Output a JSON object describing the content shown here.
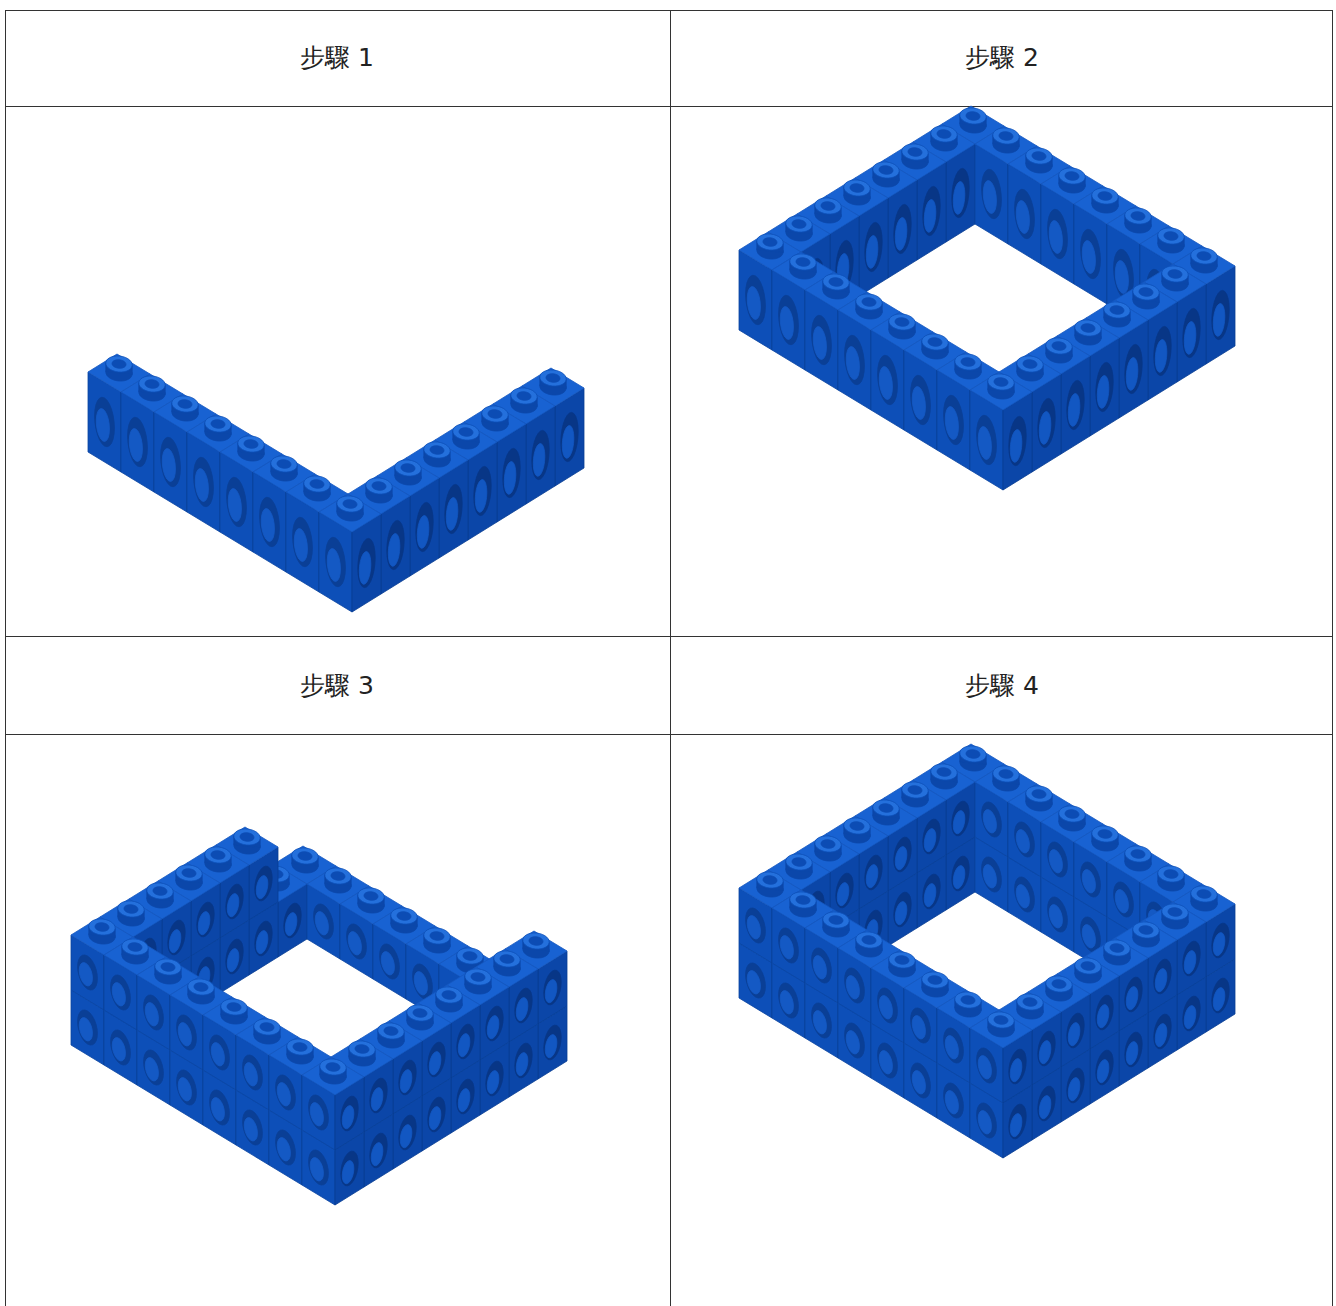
{
  "diagram": {
    "labels": [
      "步驟 1",
      "步驟 2",
      "步驟 3",
      "步驟 4"
    ]
  }
}
